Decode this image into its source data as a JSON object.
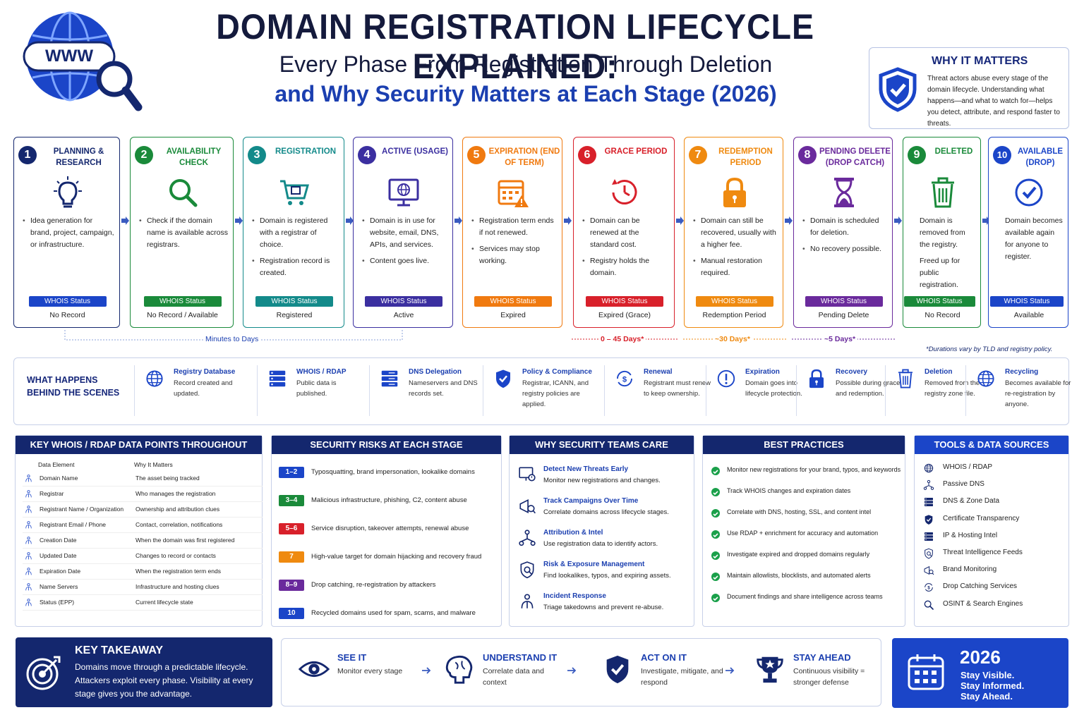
{
  "header": {
    "title": "DOMAIN REGISTRATION LIFECYCLE EXPLAINED:",
    "subtitle1": "Every Phase From Registration Through Deletion",
    "subtitle2": "and Why Security Matters at Each Stage (2026)"
  },
  "why": {
    "title": "WHY IT MATTERS",
    "text": "Threat actors abuse every stage of the domain lifecycle. Understanding what happens—and what to watch for—helps you detect, attribute, and respond faster to threats."
  },
  "phases": [
    {
      "num": "1",
      "title": "PLANNING & RESEARCH",
      "color": "#14276e",
      "icon": "lightbulb-icon",
      "bullets": [
        "Idea generation for brand, project, campaign, or infrastructure."
      ],
      "whois_label": "WHOIS Status",
      "whois": "No Record",
      "status_color": "#1b45c8"
    },
    {
      "num": "2",
      "title": "AVAILABILITY CHECK",
      "color": "#1a8a3a",
      "icon": "magnifier-icon",
      "bullets": [
        "Check if the domain name is available across registrars."
      ],
      "whois_label": "WHOIS Status",
      "whois": "No Record / Available",
      "status_color": "#1a8a3a"
    },
    {
      "num": "3",
      "title": "REGISTRATION",
      "color": "#138a8a",
      "icon": "cart-icon",
      "bullets": [
        "Domain is registered with a registrar of choice.",
        "Registration record is created."
      ],
      "whois_label": "WHOIS Status",
      "whois": "Registered",
      "status_color": "#138a8a"
    },
    {
      "num": "4",
      "title": "ACTIVE (USAGE)",
      "color": "#3b2fa0",
      "icon": "monitor-globe-icon",
      "bullets": [
        "Domain is in use for website, email, DNS, APIs, and services.",
        "Content goes live."
      ],
      "whois_label": "WHOIS Status",
      "whois": "Active",
      "status_color": "#3b2fa0"
    },
    {
      "num": "5",
      "title": "EXPIRATION (END OF TERM)",
      "color": "#f07a10",
      "icon": "calendar-warning-icon",
      "bullets": [
        "Registration term ends if not renewed.",
        "Services may stop working."
      ],
      "whois_label": "WHOIS Status",
      "whois": "Expired",
      "status_color": "#f07a10"
    },
    {
      "num": "6",
      "title": "GRACE PERIOD",
      "color": "#d8202a",
      "icon": "clock-reset-icon",
      "bullets": [
        "Domain can be renewed at the standard cost.",
        "Registry holds the domain."
      ],
      "whois_label": "WHOIS Status",
      "whois": "Expired (Grace)",
      "status_color": "#d8202a"
    },
    {
      "num": "7",
      "title": "REDEMPTION PERIOD",
      "color": "#ef8a10",
      "icon": "lock-icon",
      "bullets": [
        "Domain can still be recovered, usually with a higher fee.",
        "Manual restoration required."
      ],
      "whois_label": "WHOIS Status",
      "whois": "Redemption Period",
      "status_color": "#ef8a10"
    },
    {
      "num": "8",
      "title": "PENDING DELETE (DROP CATCH)",
      "color": "#6a2a9c",
      "icon": "hourglass-icon",
      "bullets": [
        "Domain is scheduled for deletion.",
        "No recovery possible."
      ],
      "whois_label": "WHOIS Status",
      "whois": "Pending Delete",
      "status_color": "#6a2a9c"
    },
    {
      "num": "9",
      "title": "DELETED",
      "color": "#1a8a3a",
      "icon": "trash-icon",
      "bullets": [
        "Domain is removed from the registry.",
        "Freed up for public registration."
      ],
      "whois_label": "WHOIS Status",
      "whois": "No Record",
      "status_color": "#1a8a3a"
    },
    {
      "num": "10",
      "title": "AVAILABLE (DROP)",
      "color": "#1b45c8",
      "icon": "check-circle-icon",
      "bullets": [
        "Domain becomes available again for anyone to register."
      ],
      "whois_label": "WHOIS Status",
      "whois": "Available",
      "status_color": "#1b45c8"
    }
  ],
  "durations": {
    "d1": "Minutes to Days",
    "d2": "0 – 45 Days*",
    "d3": "~30 Days*",
    "d4": "~5 Days*",
    "note": "*Durations vary by TLD and registry policy."
  },
  "behind": {
    "title": "WHAT HAPPENS BEHIND THE SCENES",
    "items": [
      {
        "icon": "globe-icon",
        "title": "Registry Database",
        "text": "Record created and updated."
      },
      {
        "icon": "server-icon",
        "title": "WHOIS / RDAP",
        "text": "Public data is published."
      },
      {
        "icon": "dns-server-icon",
        "title": "DNS Delegation",
        "text": "Nameservers and DNS records set."
      },
      {
        "icon": "shield-check-icon",
        "title": "Policy & Compliance",
        "text": "Registrar, ICANN, and registry policies are applied."
      },
      {
        "icon": "renew-dollar-icon",
        "title": "Renewal",
        "text": "Registrant must renew to keep ownership."
      },
      {
        "icon": "alert-icon",
        "title": "Expiration",
        "text": "Domain goes into lifecycle protection."
      },
      {
        "icon": "lock-icon",
        "title": "Recovery",
        "text": "Possible during grace and redemption."
      },
      {
        "icon": "trash-icon",
        "title": "Deletion",
        "text": "Removed from the registry zone file."
      },
      {
        "icon": "globe-icon",
        "title": "Recycling",
        "text": "Becomes available for re-registration by anyone."
      }
    ]
  },
  "whois_box": {
    "title": "KEY WHOIS / RDAP DATA POINTS THROUGHOUT",
    "col1": "Data Element",
    "col2": "Why It Matters",
    "rows": [
      [
        "Domain Name",
        "The asset being tracked"
      ],
      [
        "Registrar",
        "Who manages the registration"
      ],
      [
        "Registrant Name / Organization",
        "Ownership and attribution clues"
      ],
      [
        "Registrant Email / Phone",
        "Contact, correlation, notifications"
      ],
      [
        "Creation Date",
        "When the domain was first registered"
      ],
      [
        "Updated Date",
        "Changes to record or contacts"
      ],
      [
        "Expiration Date",
        "When the registration term ends"
      ],
      [
        "Name Servers",
        "Infrastructure and hosting clues"
      ],
      [
        "Status (EPP)",
        "Current lifecycle state"
      ]
    ]
  },
  "risks": {
    "title": "SECURITY RISKS AT EACH STAGE",
    "rows": [
      {
        "badge": "1–2",
        "color": "#1b45c8",
        "text": "Typosquatting, brand impersonation, lookalike domains"
      },
      {
        "badge": "3–4",
        "color": "#1a8a3a",
        "text": "Malicious infrastructure, phishing, C2, content abuse"
      },
      {
        "badge": "5–6",
        "color": "#d8202a",
        "text": "Service disruption, takeover attempts, renewal abuse"
      },
      {
        "badge": "7",
        "color": "#ef8a10",
        "text": "High-value target for domain hijacking and recovery fraud"
      },
      {
        "badge": "8–9",
        "color": "#6a2a9c",
        "text": "Drop catching, re-registration by attackers"
      },
      {
        "badge": "10",
        "color": "#1b45c8",
        "text": "Recycled domains used for spam, scams, and malware"
      }
    ]
  },
  "care": {
    "title": "WHY SECURITY TEAMS CARE",
    "rows": [
      {
        "icon": "monitor-alert-icon",
        "title": "Detect New Threats Early",
        "text": "Monitor new registrations and changes."
      },
      {
        "icon": "campaign-icon",
        "title": "Track Campaigns Over Time",
        "text": "Correlate domains across lifecycle stages."
      },
      {
        "icon": "network-icon",
        "title": "Attribution & Intel",
        "text": "Use registration data to identify actors."
      },
      {
        "icon": "shield-gear-icon",
        "title": "Risk & Exposure Management",
        "text": "Find lookalikes, typos, and expiring assets."
      },
      {
        "icon": "incident-icon",
        "title": "Incident Response",
        "text": "Triage takedowns and prevent re-abuse."
      }
    ]
  },
  "best": {
    "title": "BEST PRACTICES",
    "rows": [
      "Monitor new registrations for your brand, typos, and keywords",
      "Track WHOIS changes and expiration dates",
      "Correlate with DNS, hosting, SSL, and content intel",
      "Use RDAP + enrichment for accuracy and automation",
      "Investigate expired and dropped domains regularly",
      "Maintain allowlists, blocklists, and automated alerts",
      "Document findings and share intelligence across teams"
    ]
  },
  "tools": {
    "title": "TOOLS & DATA SOURCES",
    "rows": [
      "WHOIS / RDAP",
      "Passive DNS",
      "DNS & Zone Data",
      "Certificate Transparency",
      "IP & Hosting Intel",
      "Threat Intelligence Feeds",
      "Brand Monitoring",
      "Drop Catching Services",
      "OSINT & Search Engines"
    ]
  },
  "takeaway": {
    "title": "KEY TAKEAWAY",
    "text": "Domains move through a predictable lifecycle. Attackers exploit every phase. Visibility at every stage gives you the advantage."
  },
  "steps": [
    {
      "icon": "eye-icon",
      "title": "SEE IT",
      "text": "Monitor every stage"
    },
    {
      "icon": "brain-icon",
      "title": "UNDERSTAND IT",
      "text": "Correlate data and context"
    },
    {
      "icon": "shield-check-icon",
      "title": "ACT ON IT",
      "text": "Investigate, mitigate, and respond"
    },
    {
      "icon": "trophy-icon",
      "title": "STAY AHEAD",
      "text": "Continuous visibility = stronger defense"
    }
  ],
  "year": {
    "num": "2026",
    "l1": "Stay Visible.",
    "l2": "Stay Informed.",
    "l3": "Stay Ahead."
  },
  "logo": {
    "text": "WWW"
  }
}
